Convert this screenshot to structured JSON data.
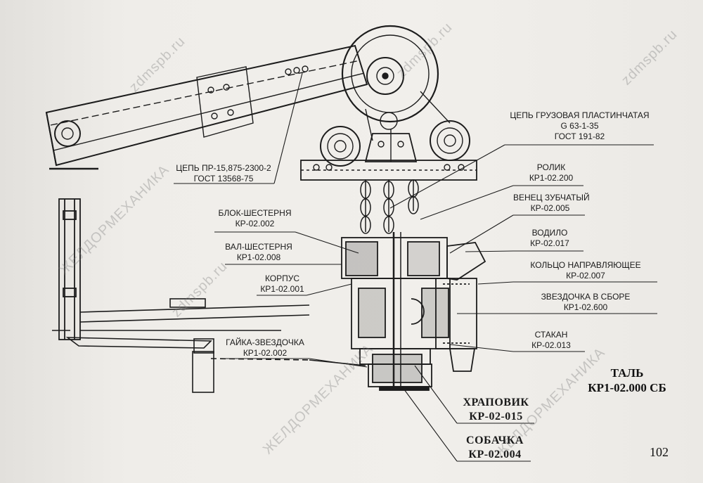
{
  "title": {
    "line1": "ТАЛЬ",
    "line2": "КР1-02.000 СБ"
  },
  "page_number": "102",
  "watermarks": [
    "zdmspb.ru",
    "ЖЕЛДОРМЕХАНИКА"
  ],
  "labels": [
    {
      "id": "chain-cargo",
      "line1": "ЦЕПЬ ГРУЗОВАЯ ПЛАСТИНЧАТАЯ",
      "line2": "G 63-1-35",
      "line3": "ГОСТ 191-82"
    },
    {
      "id": "chain-pr",
      "line1": "ЦЕПЬ ПР-15,875-2300-2",
      "line2": "ГОСТ 13568-75"
    },
    {
      "id": "roller",
      "line1": "РОЛИК",
      "line2": "КР1-02.200"
    },
    {
      "id": "gear-rim",
      "line1": "ВЕНЕЦ ЗУБЧАТЫЙ",
      "line2": "КР-02.005"
    },
    {
      "id": "block-gear",
      "line1": "БЛОК-ШЕСТЕРНЯ",
      "line2": "КР-02.002"
    },
    {
      "id": "carrier",
      "line1": "ВОДИЛО",
      "line2": "КР-02.017"
    },
    {
      "id": "shaft-gear",
      "line1": "ВАЛ-ШЕСТЕРНЯ",
      "line2": "КР1-02.008"
    },
    {
      "id": "guide-ring",
      "line1": "КОЛЬЦО НАПРАВЛЯЮЩЕЕ",
      "line2": "КР-02.007"
    },
    {
      "id": "housing",
      "line1": "КОРПУС",
      "line2": "КР1-02.001"
    },
    {
      "id": "sprocket",
      "line1": "ЗВЕЗДОЧКА В СБОРЕ",
      "line2": "КР1-02.600"
    },
    {
      "id": "cup",
      "line1": "СТАКАН",
      "line2": "КР-02.013"
    },
    {
      "id": "nut-sprocket",
      "line1": "ГАЙКА-ЗВЕЗДОЧКА",
      "line2": "КР1-02.002"
    },
    {
      "id": "ratchet",
      "line1": "ХРАПОВИК",
      "line2": "КР-02-015"
    },
    {
      "id": "pawl",
      "line1": "СОБАЧКА",
      "line2": "КР-02.004"
    }
  ]
}
